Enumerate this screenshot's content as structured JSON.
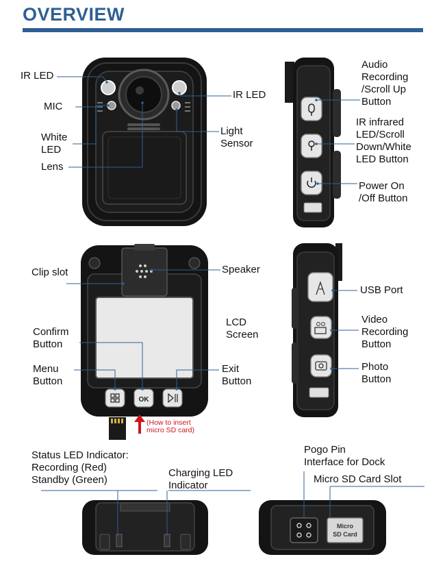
{
  "title": "OVERVIEW",
  "colors": {
    "title": "#2e6094",
    "arrow": "#d0141b",
    "body": "#1d1d1d"
  },
  "front_view": {
    "ir_led_left": "IR LED",
    "ir_led_right": "IR LED",
    "mic": "MIC",
    "white_led": [
      "White",
      "LED"
    ],
    "lens": "Lens",
    "light_sensor": [
      "Light",
      "Sensor"
    ]
  },
  "side_view_buttons": {
    "audio": [
      "Audio",
      "Recording",
      "/Scroll Up",
      "Button"
    ],
    "ir": [
      "IR infrared",
      "LED/Scroll",
      "Down/White",
      "LED Button"
    ],
    "power": [
      "Power On",
      "/Off Button"
    ]
  },
  "back_view": {
    "clip_slot": "Clip slot",
    "speaker": "Speaker",
    "lcd": [
      "LCD",
      "Screen"
    ],
    "confirm": [
      "Confirm",
      "Button"
    ],
    "menu": [
      "Menu",
      "Button"
    ],
    "exit": [
      "Exit",
      "Button"
    ],
    "ok_key": "OK",
    "sd_hint": [
      "(How to insert",
      "micro SD card)"
    ]
  },
  "side_view_ports": {
    "usb": "USB Port",
    "video": [
      "Video",
      "Recording",
      "Button"
    ],
    "photo": [
      "Photo",
      "Button"
    ]
  },
  "bottom_views": {
    "status_led": [
      "Status LED Indicator:",
      "Recording (Red)",
      "Standby (Green)"
    ],
    "charging_led": [
      "Charging LED",
      "Indicator"
    ],
    "pogo_pin": [
      "Pogo Pin",
      "Interface for Dock"
    ],
    "micro_sd_slot": "Micro SD Card Slot",
    "sd_label": [
      "Micro",
      "SD Card"
    ]
  }
}
